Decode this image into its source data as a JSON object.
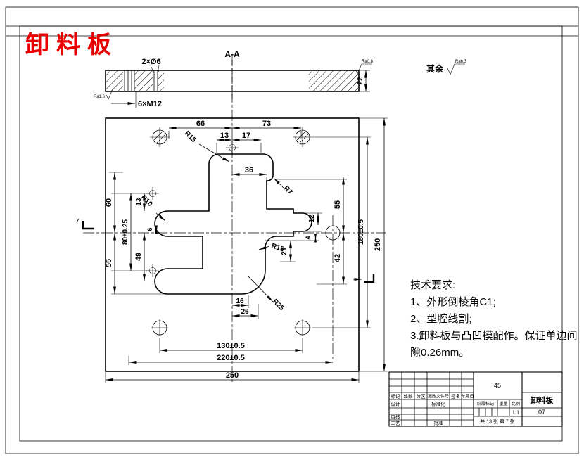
{
  "page": {
    "title": "卸料板"
  },
  "surface_note": {
    "prefix": "其余",
    "value": "Ra6.3"
  },
  "section": {
    "label": "A-A",
    "holes_top": "2×Ø6",
    "holes_bottom": "6×M12",
    "thickness": "22",
    "rough_left": "Ra1.6",
    "rough_right": "Ra0.8"
  },
  "dims": {
    "t66": "66",
    "t73": "73",
    "t13": "13",
    "t17": "17",
    "t36": "36",
    "l60": "60",
    "l55": "55",
    "l80": "80±0.25",
    "l13": "13",
    "l49": "49",
    "l6": "6",
    "r55": "55",
    "r42": "42",
    "r12": "12",
    "r4": "4",
    "r21": "21",
    "r180": "180±0.5",
    "r250": "250",
    "b16": "16",
    "b26": "26",
    "b130": "130±0.5",
    "b220": "220±0.5",
    "b250": "250"
  },
  "radii": {
    "top": "R15",
    "step": "R7",
    "slot": "R10",
    "mid": "R15",
    "bottom": "R25"
  },
  "tech": {
    "lines": [
      "技术要求:",
      "1、外形倒棱角C1;",
      "2、型腔线割;",
      "3.卸料板与凸凹模配作。保证单边间",
      "隙0.26mm。"
    ]
  },
  "title_block": {
    "material": "45",
    "part_name": "卸料板",
    "drawing_no": "07",
    "scale_value": "1:1",
    "sheet_info": "共 13 张 第 7 张",
    "cols": {
      "c1": "标记",
      "c2": "处数",
      "c3": "分区",
      "c4": "更改文件号",
      "c5": "签名",
      "c6": "年月日"
    },
    "rows": {
      "design": "设计",
      "standard": "标准化",
      "audit": "审核",
      "process": "工艺",
      "approve": "批准"
    },
    "labels": {
      "stage": "阶段标记",
      "weight": "重量",
      "scale": "比例"
    }
  }
}
